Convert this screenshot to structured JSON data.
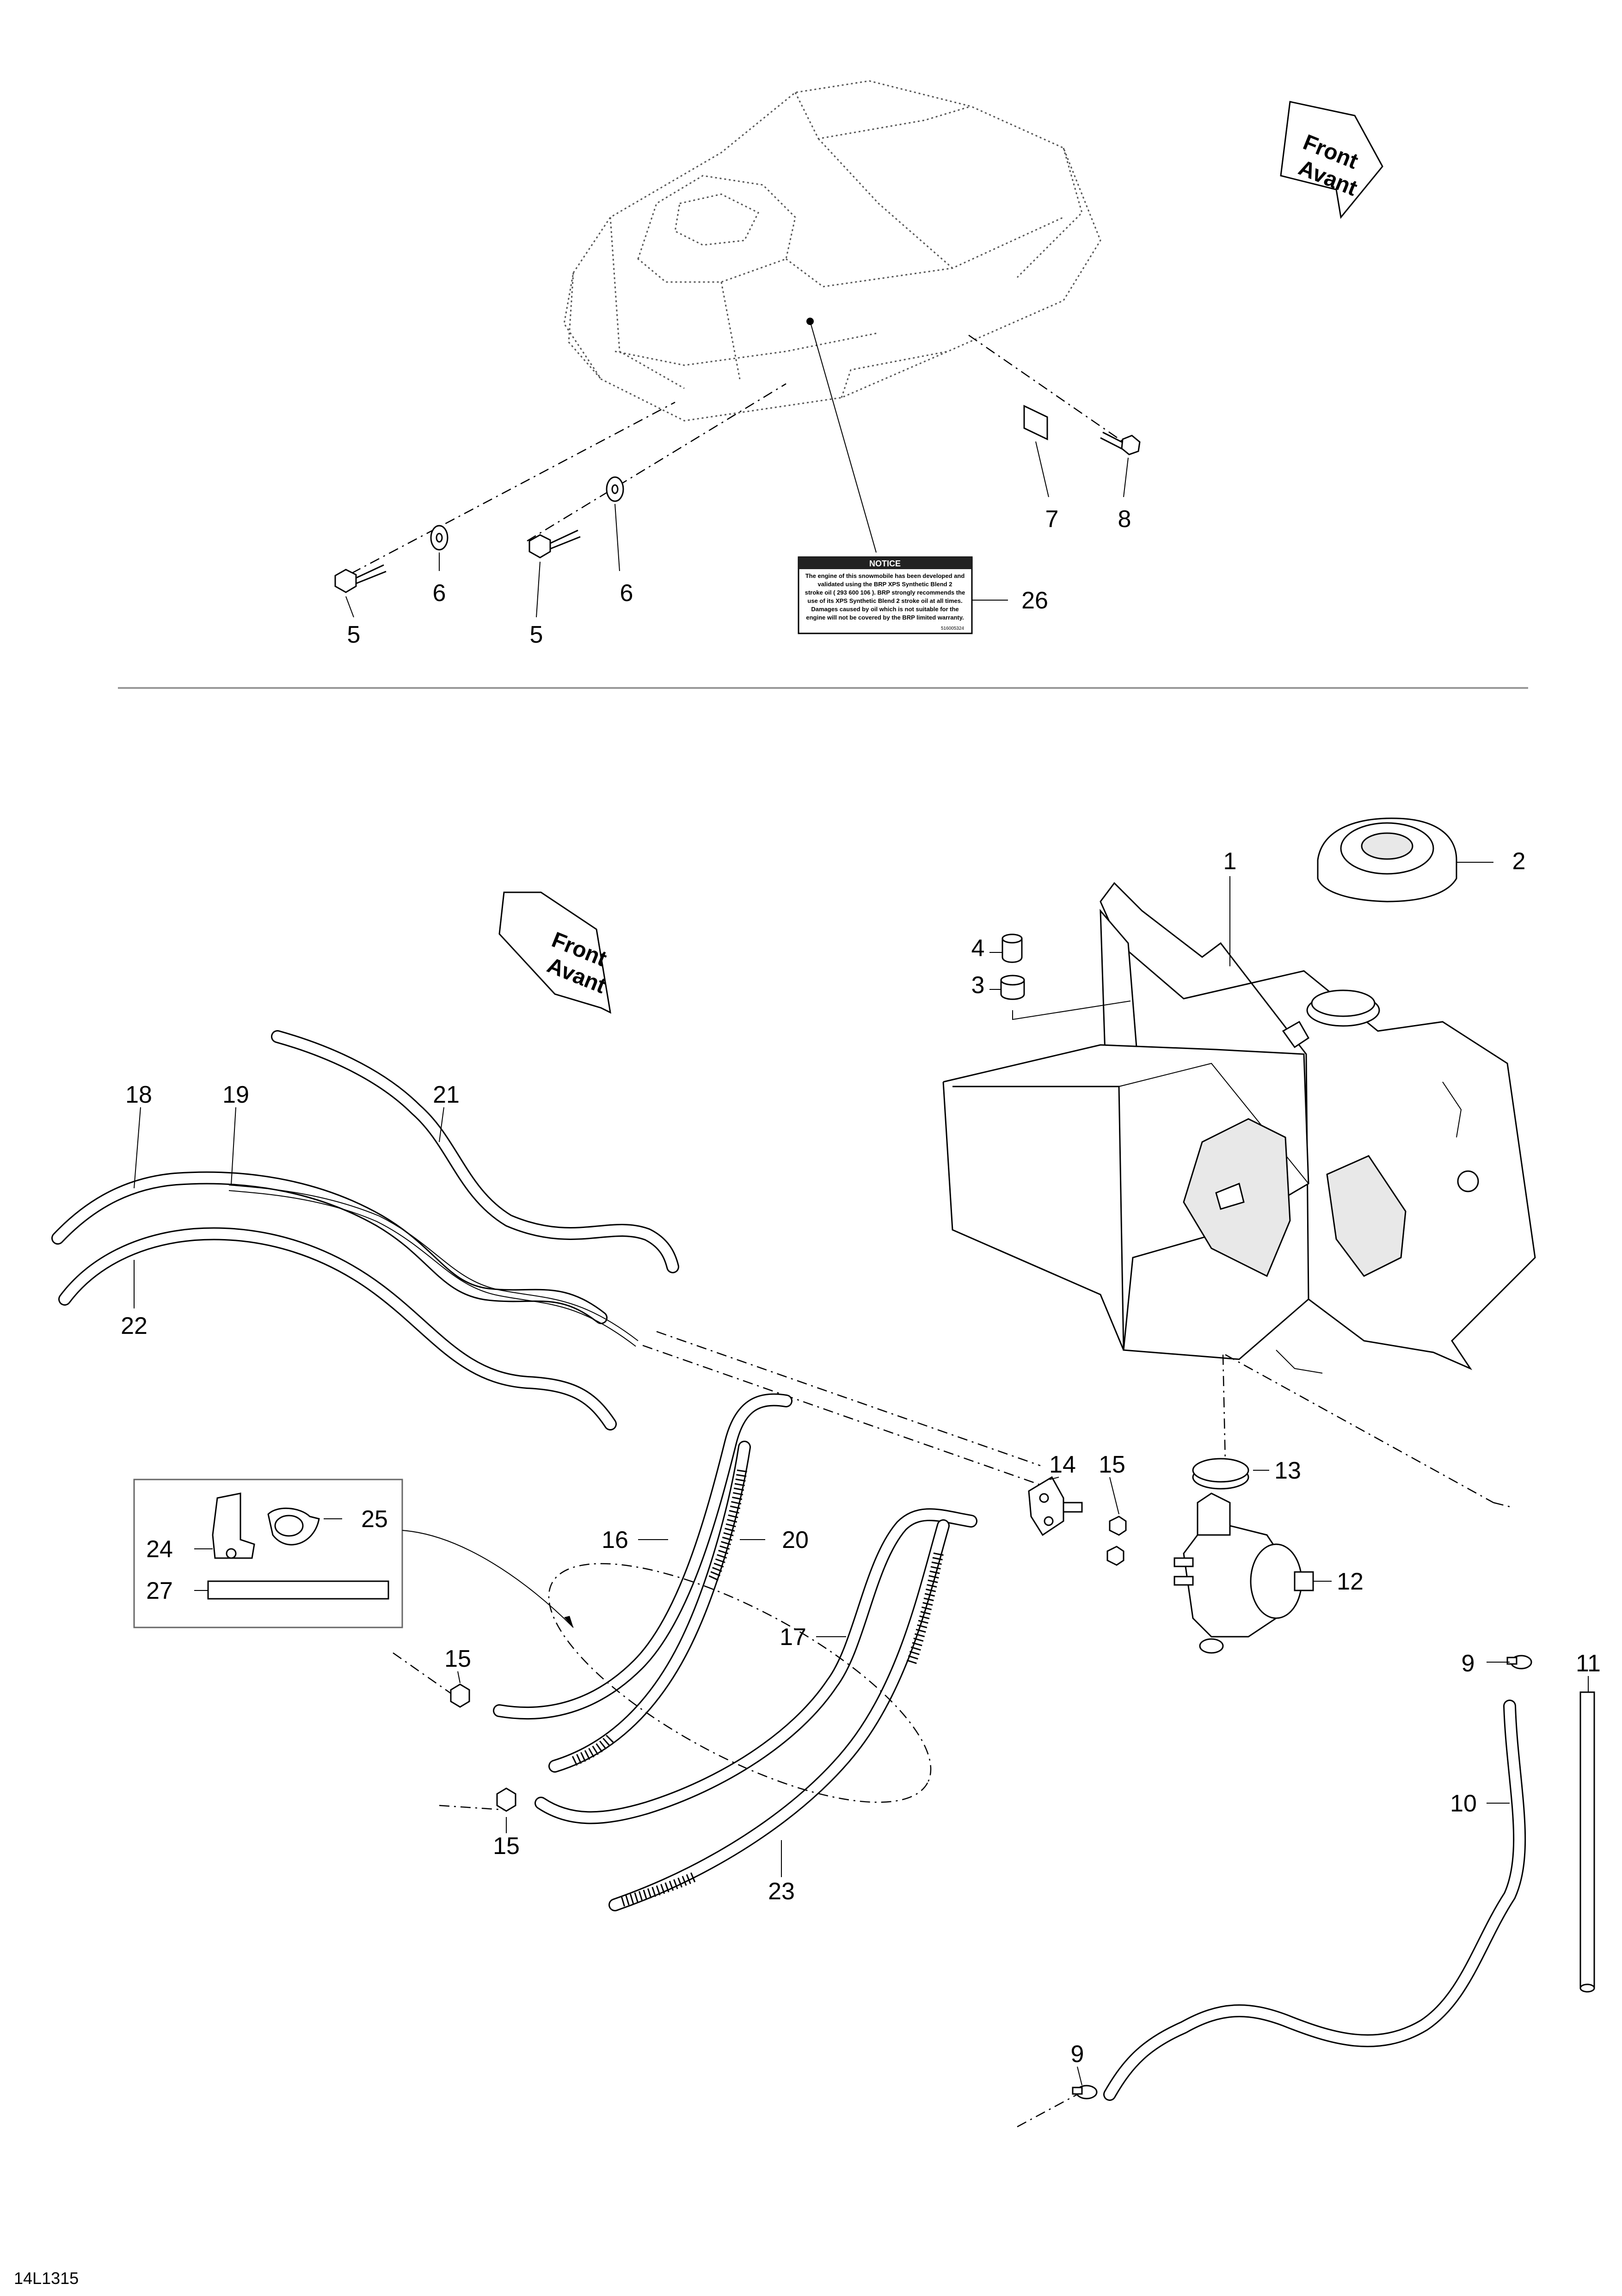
{
  "callouts": [
    {
      "id": "c1",
      "label": "1"
    },
    {
      "id": "c2",
      "label": "2"
    },
    {
      "id": "c3",
      "label": "3"
    },
    {
      "id": "c4",
      "label": "4"
    },
    {
      "id": "c5a",
      "label": "5"
    },
    {
      "id": "c5b",
      "label": "5"
    },
    {
      "id": "c6a",
      "label": "6"
    },
    {
      "id": "c6b",
      "label": "6"
    },
    {
      "id": "c7",
      "label": "7"
    },
    {
      "id": "c8",
      "label": "8"
    },
    {
      "id": "c9a",
      "label": "9"
    },
    {
      "id": "c9b",
      "label": "9"
    },
    {
      "id": "c10",
      "label": "10"
    },
    {
      "id": "c11",
      "label": "11"
    },
    {
      "id": "c12",
      "label": "12"
    },
    {
      "id": "c13",
      "label": "13"
    },
    {
      "id": "c14",
      "label": "14"
    },
    {
      "id": "c15a",
      "label": "15"
    },
    {
      "id": "c15b",
      "label": "15"
    },
    {
      "id": "c15c",
      "label": "15"
    },
    {
      "id": "c16",
      "label": "16"
    },
    {
      "id": "c17",
      "label": "17"
    },
    {
      "id": "c18",
      "label": "18"
    },
    {
      "id": "c19",
      "label": "19"
    },
    {
      "id": "c20",
      "label": "20"
    },
    {
      "id": "c21",
      "label": "21"
    },
    {
      "id": "c22",
      "label": "22"
    },
    {
      "id": "c23",
      "label": "23"
    },
    {
      "id": "c24",
      "label": "24"
    },
    {
      "id": "c25",
      "label": "25"
    },
    {
      "id": "c26",
      "label": "26"
    },
    {
      "id": "c27",
      "label": "27"
    }
  ],
  "direction_arrows": {
    "top": {
      "line1": "Front",
      "line2": "Avant"
    },
    "bottom": {
      "line1": "Front",
      "line2": "Avant"
    }
  },
  "notice_label": {
    "title": "NOTICE",
    "lines": [
      "The engine of this snowmobile has been developed and",
      "validated using the BRP XPS Synthetic Blend 2",
      "stroke oil ( 293 600 106 ). BRP strongly recommends the",
      "use of its XPS Synthetic Blend 2 stroke oil at all times.",
      "Damages caused by oil which is not suitable for the",
      "engine will not be covered by the BRP limited warranty."
    ],
    "code": "516005324"
  },
  "footer": {
    "drawing_code": "14L1315"
  }
}
